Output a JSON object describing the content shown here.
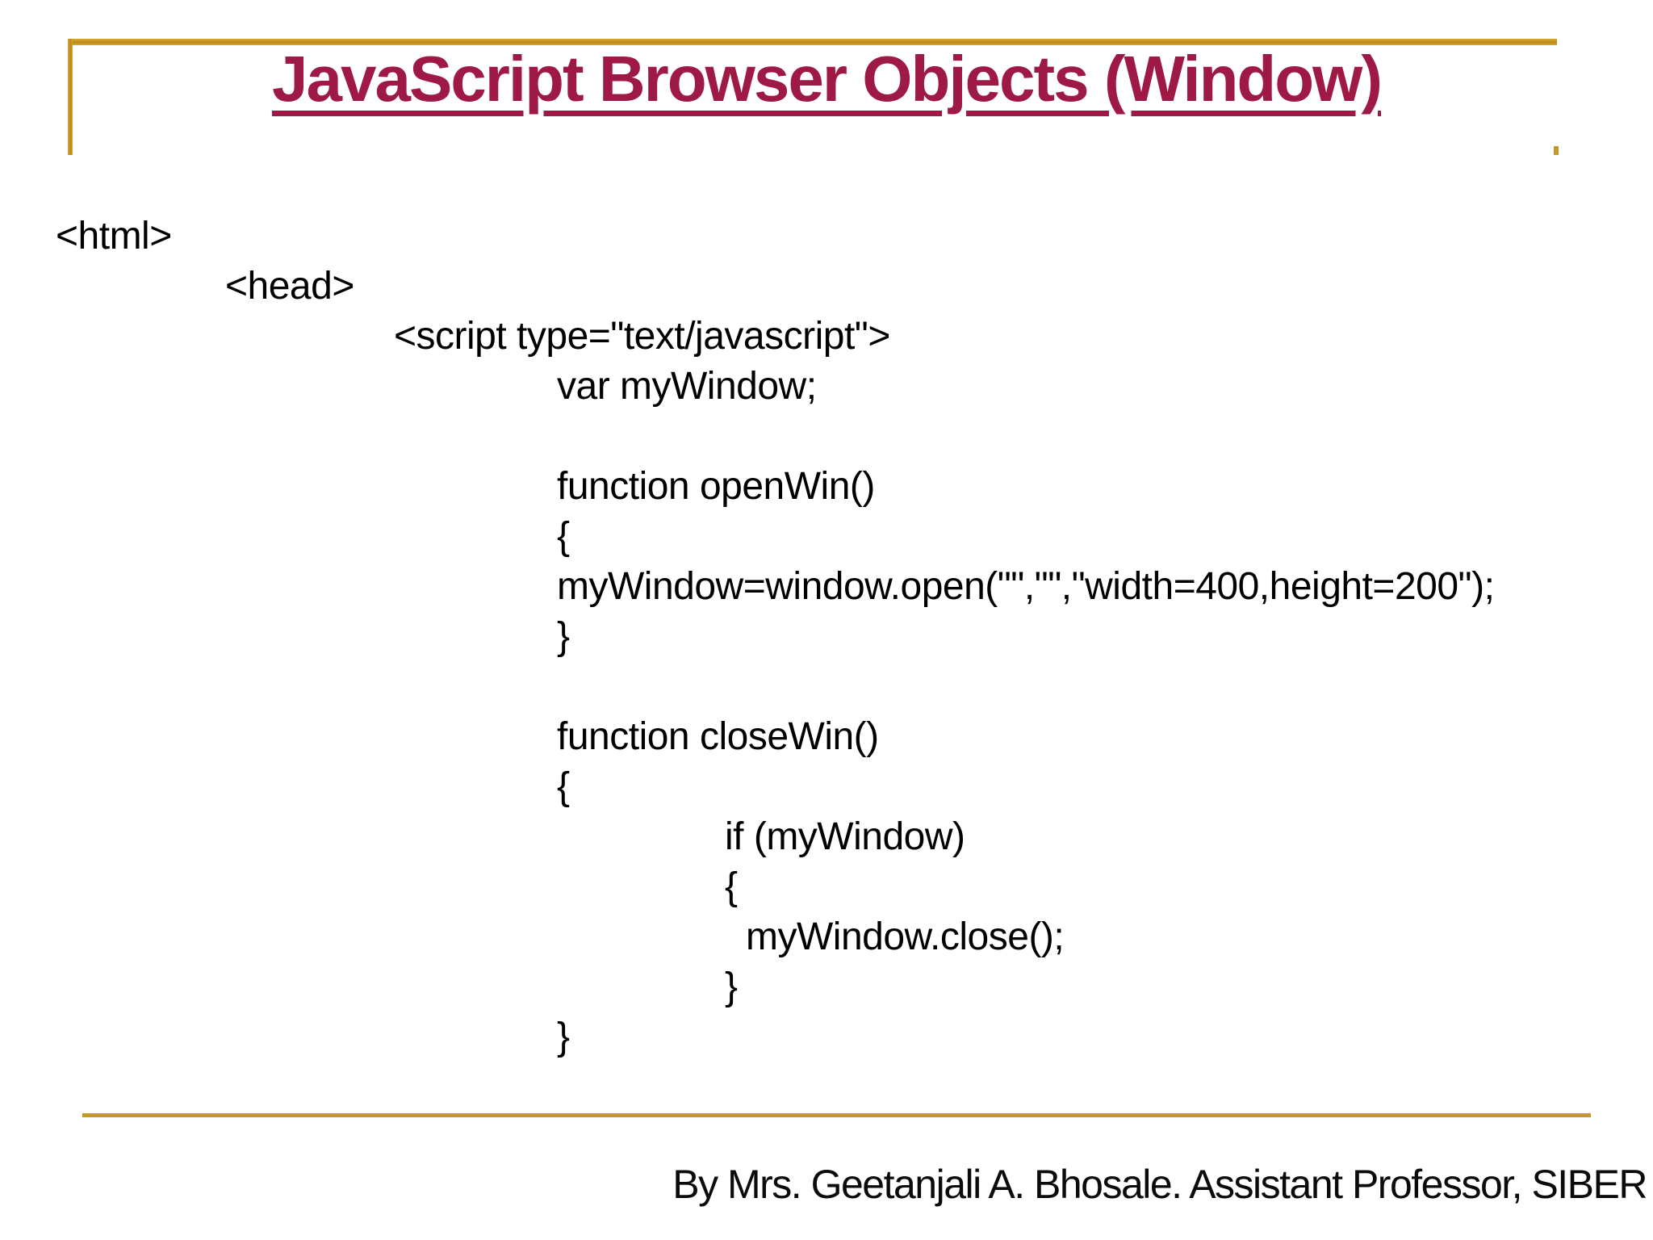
{
  "slide": {
    "title": "JavaScript Browser Objects (Window)",
    "footer": "By Mrs. Geetanjali A. Bhosale. Assistant Professor, SIBER",
    "colors": {
      "title_text": "#9e1a44",
      "frame_gold": "#c7981f",
      "code_text": "#000000",
      "background": "#ffffff"
    },
    "code_lines": [
      {
        "text": "<html>",
        "indent": 69
      },
      {
        "text": "<head>",
        "indent": 279
      },
      {
        "text": "<script type=\"text/javascript\">",
        "indent": 488
      },
      {
        "text": "var myWindow;",
        "indent": 690
      },
      {
        "text": "",
        "indent": 690
      },
      {
        "text": "function openWin()",
        "indent": 690
      },
      {
        "text": "{",
        "indent": 690
      },
      {
        "text": "myWindow=window.open(\"\",\"\",\"width=400,height=200\");",
        "indent": 690
      },
      {
        "text": "}",
        "indent": 690
      },
      {
        "text": "",
        "indent": 690
      },
      {
        "text": "function closeWin()",
        "indent": 690
      },
      {
        "text": "{",
        "indent": 690
      },
      {
        "text": "if (myWindow)",
        "indent": 898
      },
      {
        "text": "{",
        "indent": 898
      },
      {
        "text": "myWindow.close();",
        "indent": 924
      },
      {
        "text": "}",
        "indent": 898
      },
      {
        "text": "}",
        "indent": 690
      }
    ]
  }
}
